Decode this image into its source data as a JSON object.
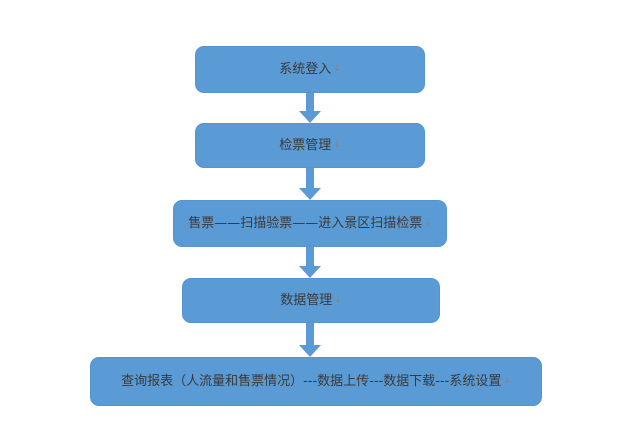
{
  "diagram": {
    "type": "flowchart",
    "direction": "top-to-bottom",
    "colors": {
      "canvas_bg": "#ffffff",
      "node_fill": "#5b9bd5",
      "node_border": "#5494cf",
      "node_text": "#3a3a3a",
      "arrow_color": "#5b9bd5",
      "mark_color": "#a0795c"
    },
    "nodes": [
      {
        "label": "系统登入",
        "mark": "↓"
      },
      {
        "label": "检票管理",
        "mark": "↓"
      },
      {
        "label": "售票——扫描验票——进入景区扫描检票",
        "mark": "↓"
      },
      {
        "label": "数据管理",
        "mark": "↓"
      },
      {
        "label": "查询报表（人流量和售票情况）---数据上传---数据下载---系统设置",
        "mark": "↓"
      }
    ],
    "edges": [
      {
        "from": 0,
        "to": 1
      },
      {
        "from": 1,
        "to": 2
      },
      {
        "from": 2,
        "to": 3
      },
      {
        "from": 3,
        "to": 4
      }
    ]
  }
}
